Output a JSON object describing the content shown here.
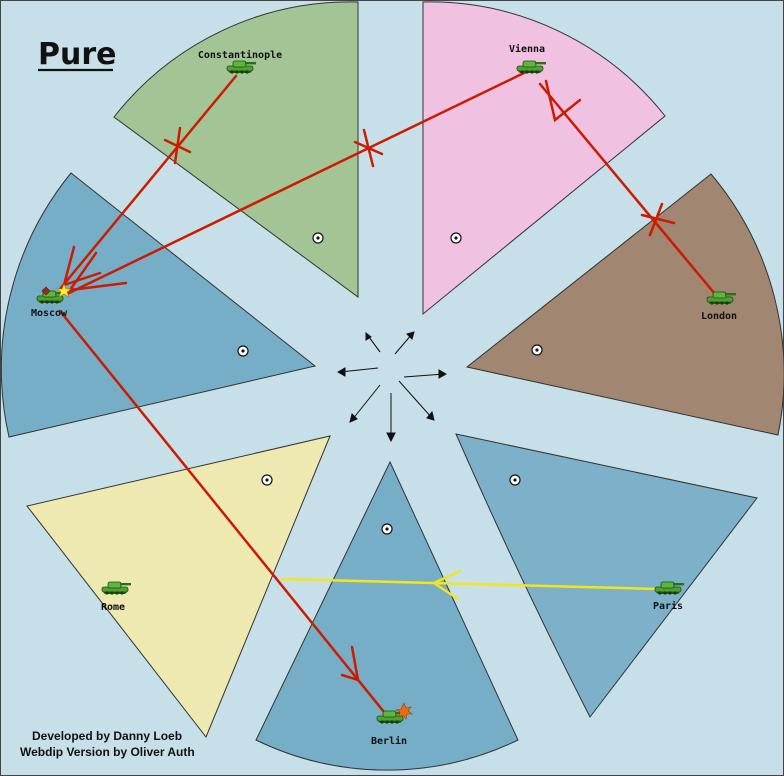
{
  "map": {
    "title": "Pure",
    "credits": [
      "Developed by Danny Loeb",
      "Webdip Version by Oliver Auth"
    ]
  },
  "colors": {
    "background": "#c6dfe8",
    "constantinople": "#a3c596",
    "vienna": "#f1c1e1",
    "london": "#a18671",
    "moscow": "#76aec8",
    "rome": "#ede9b1",
    "berlin": "#76aec8",
    "paris": "#7db1c9",
    "order_red": "#cc1b00",
    "order_yellow": "#f4e51a"
  },
  "provinces": [
    {
      "id": "constantinople",
      "name": "Constantinople",
      "unit": "tank"
    },
    {
      "id": "vienna",
      "name": "Vienna",
      "unit": "tank"
    },
    {
      "id": "london",
      "name": "London",
      "unit": "tank"
    },
    {
      "id": "moscow",
      "name": "Moscow",
      "unit": "tank",
      "marker": "star"
    },
    {
      "id": "rome",
      "name": "Rome",
      "unit": "tank"
    },
    {
      "id": "berlin",
      "name": "Berlin",
      "unit": "tank",
      "marker": "burst"
    },
    {
      "id": "paris",
      "name": "Paris",
      "unit": "tank"
    }
  ],
  "orders": [
    {
      "from": "Constantinople",
      "to": "Moscow",
      "type": "move",
      "status": "failed",
      "color": "red"
    },
    {
      "from": "Vienna",
      "to": "Moscow",
      "type": "move",
      "status": "failed",
      "color": "red"
    },
    {
      "from": "London",
      "to": "Vienna",
      "type": "move",
      "status": "failed",
      "color": "red"
    },
    {
      "from": "Moscow",
      "to": "Berlin",
      "type": "move",
      "status": "success",
      "color": "red"
    },
    {
      "from": "Paris",
      "to": "Rome",
      "type": "move",
      "status": "success",
      "color": "yellow"
    }
  ]
}
